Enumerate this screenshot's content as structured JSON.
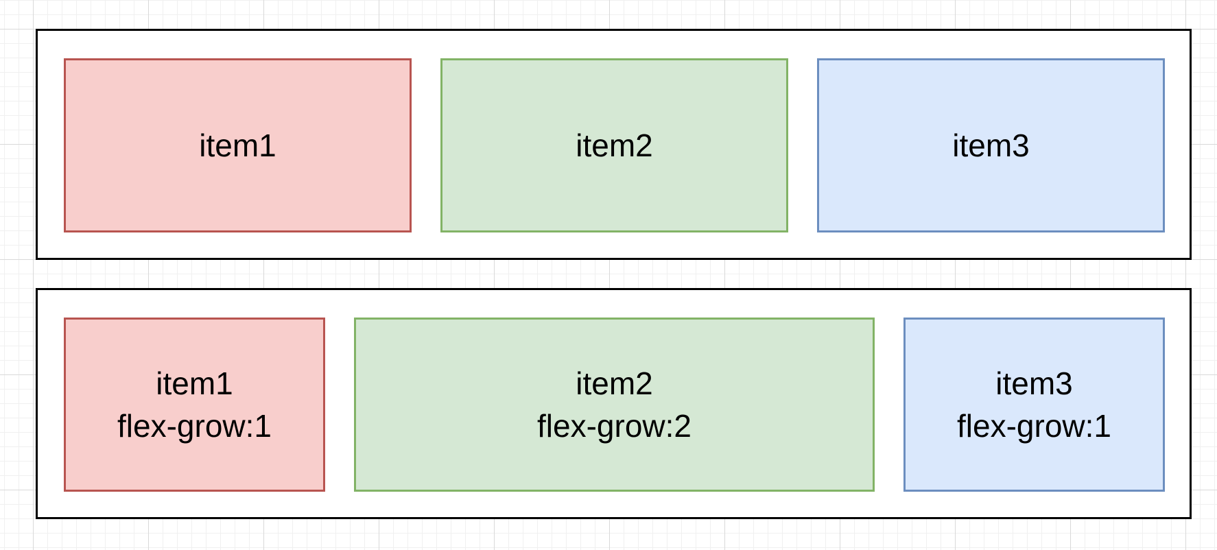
{
  "colors": {
    "red_fill": "#f8cecc",
    "red_border": "#b85450",
    "green_fill": "#d5e8d4",
    "green_border": "#82b366",
    "blue_fill": "#dae8fc",
    "blue_border": "#6c8ebf",
    "container_border": "#000000"
  },
  "rows": [
    {
      "items": [
        {
          "label": "item1",
          "note": "",
          "color": "red"
        },
        {
          "label": "item2",
          "note": "",
          "color": "green"
        },
        {
          "label": "item3",
          "note": "",
          "color": "blue"
        }
      ]
    },
    {
      "items": [
        {
          "label": "item1",
          "note": "flex-grow:1",
          "color": "red"
        },
        {
          "label": "item2",
          "note": "flex-grow:2",
          "color": "green"
        },
        {
          "label": "item3",
          "note": "flex-grow:1",
          "color": "blue"
        }
      ]
    }
  ]
}
